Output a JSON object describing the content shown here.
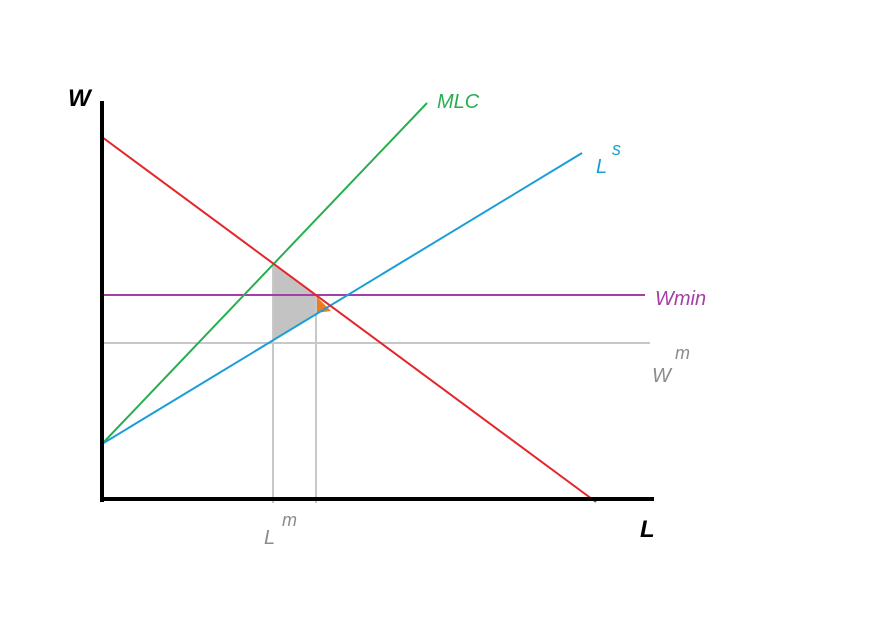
{
  "axes": {
    "y_label": "W",
    "x_label": "L"
  },
  "labels": {
    "mlc": "MLC",
    "ls_base": "L",
    "ls_sup": "s",
    "wmin": "Wmin",
    "wm_base": "W",
    "wm_sup": "m",
    "lm_base": "L",
    "lm_sup": "m"
  },
  "colors": {
    "axes": "#000000",
    "demand": "#e3262b",
    "mlc": "#27ae4f",
    "supply": "#1a9ed8",
    "wmin": "#a33fa6",
    "guide": "#c8c8c8",
    "guide_text": "#8c8c8c",
    "gray_area": "#c3c3c3",
    "orange_area": "#f07a1e"
  }
}
